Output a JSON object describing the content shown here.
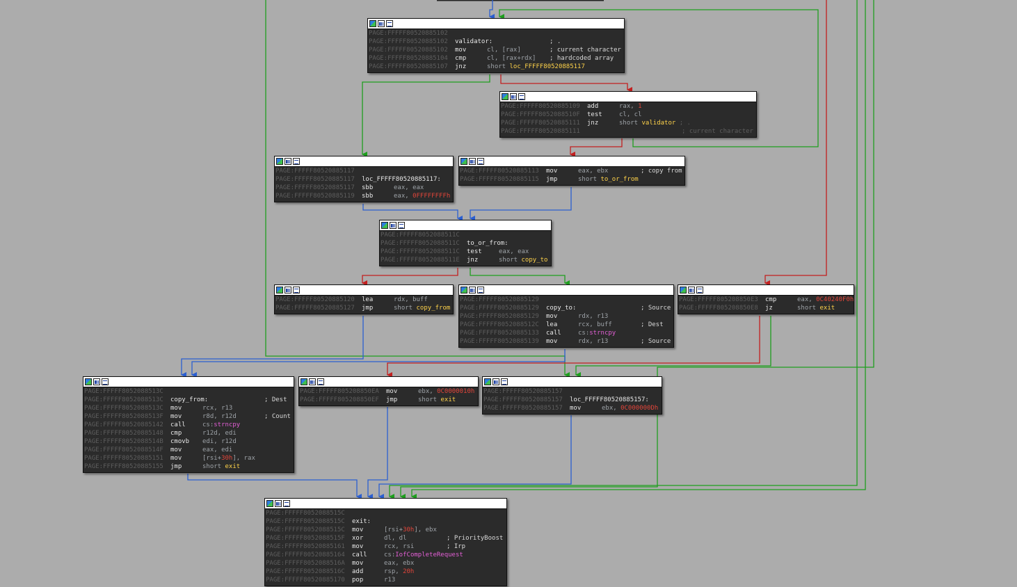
{
  "colors": {
    "background": "#acacac",
    "node_bg": "#2b2b2b",
    "address": "#5e5e5e",
    "label": "#ffd34a",
    "mnemonic": "#e8e8e8",
    "register": "#9ea3a8",
    "immediate": "#e0453a",
    "function": "#e35fd5",
    "edge_true": "#1e9e1e",
    "edge_false": "#c22020",
    "edge_flow": "#2b5fd0"
  },
  "node_icons": [
    "graph-overview-icon",
    "chart-icon",
    "text-view-icon"
  ],
  "nodes": [
    {
      "id": "n1",
      "lines": [
        {
          "addr": "PAGE:FFFFF80520885102"
        },
        {
          "addr": "PAGE:FFFFF80520885102",
          "label": "validator:",
          "cm": "; ."
        },
        {
          "addr": "PAGE:FFFFF80520885102",
          "mn": "mov",
          "op": [
            {
              "t": "cl, [rax]",
              "c": "rg"
            }
          ],
          "cm": "; current character"
        },
        {
          "addr": "PAGE:FFFFF80520885104",
          "mn": "cmp",
          "op": [
            {
              "t": "cl, [rax+rdx]",
              "c": "rg"
            }
          ],
          "cm": "; hardcoded array"
        },
        {
          "addr": "PAGE:FFFFF80520885107",
          "mn": "jnz",
          "op": [
            {
              "t": "short ",
              "c": "rg"
            },
            {
              "t": "loc_FFFFF80520885117",
              "c": "lb"
            }
          ]
        }
      ]
    },
    {
      "id": "n2",
      "lines": [
        {
          "addr": "PAGE:FFFFF80520885109",
          "mn": "add",
          "op": [
            {
              "t": "rax, ",
              "c": "rg"
            },
            {
              "t": "1",
              "c": "im"
            }
          ]
        },
        {
          "addr": "PAGE:FFFFF8052088510F",
          "mn": "test",
          "op": [
            {
              "t": "cl, cl",
              "c": "rg"
            }
          ]
        },
        {
          "addr": "PAGE:FFFFF80520885111",
          "mn": "jnz",
          "op": [
            {
              "t": "short ",
              "c": "rg"
            },
            {
              "t": "validator",
              "c": "lb"
            },
            {
              "t": " ; .",
              "c": "ad"
            }
          ]
        },
        {
          "addr": "PAGE:FFFFF80520885111",
          "cm": "; current character"
        }
      ]
    },
    {
      "id": "n3",
      "lines": [
        {
          "addr": "PAGE:FFFFF80520885117"
        },
        {
          "addr": "PAGE:FFFFF80520885117",
          "label": "loc_FFFFF80520885117:"
        },
        {
          "addr": "PAGE:FFFFF80520885117",
          "mn": "sbb",
          "op": [
            {
              "t": "eax, eax",
              "c": "rg"
            }
          ]
        },
        {
          "addr": "PAGE:FFFFF80520885119",
          "mn": "sbb",
          "op": [
            {
              "t": "eax, ",
              "c": "rg"
            },
            {
              "t": "0FFFFFFFFh",
              "c": "im"
            }
          ]
        }
      ]
    },
    {
      "id": "n4",
      "lines": [
        {
          "addr": "PAGE:FFFFF80520885113",
          "mn": "mov",
          "op": [
            {
              "t": "eax, ebx",
              "c": "rg"
            }
          ],
          "cm": "; copy from"
        },
        {
          "addr": "PAGE:FFFFF80520885115",
          "mn": "jmp",
          "op": [
            {
              "t": "short ",
              "c": "rg"
            },
            {
              "t": "to_or_from",
              "c": "lb"
            }
          ]
        }
      ]
    },
    {
      "id": "n5",
      "lines": [
        {
          "addr": "PAGE:FFFFF8052088511C"
        },
        {
          "addr": "PAGE:FFFFF8052088511C",
          "label": "to_or_from:"
        },
        {
          "addr": "PAGE:FFFFF8052088511C",
          "mn": "test",
          "op": [
            {
              "t": "eax, eax",
              "c": "rg"
            }
          ]
        },
        {
          "addr": "PAGE:FFFFF8052088511E",
          "mn": "jnz",
          "op": [
            {
              "t": "short ",
              "c": "rg"
            },
            {
              "t": "copy_to",
              "c": "lb"
            }
          ]
        }
      ]
    },
    {
      "id": "n6",
      "lines": [
        {
          "addr": "PAGE:FFFFF80520885120",
          "mn": "lea",
          "op": [
            {
              "t": "rdx, buff",
              "c": "rg"
            }
          ]
        },
        {
          "addr": "PAGE:FFFFF80520885127",
          "mn": "jmp",
          "op": [
            {
              "t": "short ",
              "c": "rg"
            },
            {
              "t": "copy_from",
              "c": "lb"
            }
          ]
        }
      ]
    },
    {
      "id": "n7",
      "lines": [
        {
          "addr": "PAGE:FFFFF80520885129"
        },
        {
          "addr": "PAGE:FFFFF80520885129",
          "label": "copy_to:",
          "cm": "; Source"
        },
        {
          "addr": "PAGE:FFFFF80520885129",
          "mn": "mov",
          "op": [
            {
              "t": "rdx, r13",
              "c": "rg"
            }
          ]
        },
        {
          "addr": "PAGE:FFFFF8052088512C",
          "mn": "lea",
          "op": [
            {
              "t": "rcx, buff",
              "c": "rg"
            }
          ],
          "cm": "; Dest"
        },
        {
          "addr": "PAGE:FFFFF80520885133",
          "mn": "call",
          "op": [
            {
              "t": "cs:",
              "c": "rg"
            },
            {
              "t": "strncpy",
              "c": "fn"
            }
          ]
        },
        {
          "addr": "PAGE:FFFFF80520885139",
          "mn": "mov",
          "op": [
            {
              "t": "rdx, r13",
              "c": "rg"
            }
          ],
          "cm": "; Source"
        }
      ]
    },
    {
      "id": "n8",
      "lines": [
        {
          "addr": "PAGE:FFFFF805208850E3",
          "mn": "cmp",
          "op": [
            {
              "t": "eax, ",
              "c": "rg"
            },
            {
              "t": "0C40240F0h",
              "c": "im"
            }
          ]
        },
        {
          "addr": "PAGE:FFFFF805208850E8",
          "mn": "jz",
          "op": [
            {
              "t": "short ",
              "c": "rg"
            },
            {
              "t": "exit",
              "c": "lb"
            }
          ]
        }
      ]
    },
    {
      "id": "n9",
      "lines": [
        {
          "addr": "PAGE:FFFFF8052088513C"
        },
        {
          "addr": "PAGE:FFFFF8052088513C",
          "label": "copy_from:",
          "cm": "; Dest"
        },
        {
          "addr": "PAGE:FFFFF8052088513C",
          "mn": "mov",
          "op": [
            {
              "t": "rcx, r13",
              "c": "rg"
            }
          ]
        },
        {
          "addr": "PAGE:FFFFF8052088513F",
          "mn": "mov",
          "op": [
            {
              "t": "r8d, r12d",
              "c": "rg"
            }
          ],
          "cm": "; Count"
        },
        {
          "addr": "PAGE:FFFFF80520885142",
          "mn": "call",
          "op": [
            {
              "t": "cs:",
              "c": "rg"
            },
            {
              "t": "strncpy",
              "c": "fn"
            }
          ]
        },
        {
          "addr": "PAGE:FFFFF80520885148",
          "mn": "cmp",
          "op": [
            {
              "t": "r12d, edi",
              "c": "rg"
            }
          ]
        },
        {
          "addr": "PAGE:FFFFF8052088514B",
          "mn": "cmovb",
          "op": [
            {
              "t": "edi, r12d",
              "c": "rg"
            }
          ]
        },
        {
          "addr": "PAGE:FFFFF8052088514F",
          "mn": "mov",
          "op": [
            {
              "t": "eax, edi",
              "c": "rg"
            }
          ]
        },
        {
          "addr": "PAGE:FFFFF80520885151",
          "mn": "mov",
          "op": [
            {
              "t": "[rsi+",
              "c": "rg"
            },
            {
              "t": "30h",
              "c": "im"
            },
            {
              "t": "], rax",
              "c": "rg"
            }
          ]
        },
        {
          "addr": "PAGE:FFFFF80520885155",
          "mn": "jmp",
          "op": [
            {
              "t": "short ",
              "c": "rg"
            },
            {
              "t": "exit",
              "c": "lb"
            }
          ]
        }
      ]
    },
    {
      "id": "n10",
      "lines": [
        {
          "addr": "PAGE:FFFFF805208850EA",
          "mn": "mov",
          "op": [
            {
              "t": "ebx, ",
              "c": "rg"
            },
            {
              "t": "0C0000010h",
              "c": "im"
            }
          ]
        },
        {
          "addr": "PAGE:FFFFF805208850EF",
          "mn": "jmp",
          "op": [
            {
              "t": "short ",
              "c": "rg"
            },
            {
              "t": "exit",
              "c": "lb"
            }
          ]
        }
      ]
    },
    {
      "id": "n11",
      "lines": [
        {
          "addr": "PAGE:FFFFF80520885157"
        },
        {
          "addr": "PAGE:FFFFF80520885157",
          "label": "loc_FFFFF80520885157:"
        },
        {
          "addr": "PAGE:FFFFF80520885157",
          "mn": "mov",
          "op": [
            {
              "t": "ebx, ",
              "c": "rg"
            },
            {
              "t": "0C000000Dh",
              "c": "im"
            }
          ]
        }
      ]
    },
    {
      "id": "n12",
      "lines": [
        {
          "addr": "PAGE:FFFFF8052088515C"
        },
        {
          "addr": "PAGE:FFFFF8052088515C",
          "label": "exit:"
        },
        {
          "addr": "PAGE:FFFFF8052088515C",
          "mn": "mov",
          "op": [
            {
              "t": "[rsi+",
              "c": "rg"
            },
            {
              "t": "30h",
              "c": "im"
            },
            {
              "t": "], ebx",
              "c": "rg"
            }
          ]
        },
        {
          "addr": "PAGE:FFFFF8052088515F",
          "mn": "xor",
          "op": [
            {
              "t": "dl, dl",
              "c": "rg"
            }
          ],
          "cm": "; PriorityBoost"
        },
        {
          "addr": "PAGE:FFFFF80520885161",
          "mn": "mov",
          "op": [
            {
              "t": "rcx, rsi",
              "c": "rg"
            }
          ],
          "cm": "; Irp"
        },
        {
          "addr": "PAGE:FFFFF80520885164",
          "mn": "call",
          "op": [
            {
              "t": "cs:",
              "c": "rg"
            },
            {
              "t": "IofCompleteRequest",
              "c": "fn"
            }
          ]
        },
        {
          "addr": "PAGE:FFFFF8052088516A",
          "mn": "mov",
          "op": [
            {
              "t": "eax, ebx",
              "c": "rg"
            }
          ]
        },
        {
          "addr": "PAGE:FFFFF8052088516C",
          "mn": "add",
          "op": [
            {
              "t": "rsp, ",
              "c": "rg"
            },
            {
              "t": "20h",
              "c": "im"
            }
          ]
        },
        {
          "addr": "PAGE:FFFFF80520885170",
          "mn": "pop",
          "op": [
            {
              "t": "r13",
              "c": "rg"
            }
          ]
        }
      ]
    }
  ]
}
